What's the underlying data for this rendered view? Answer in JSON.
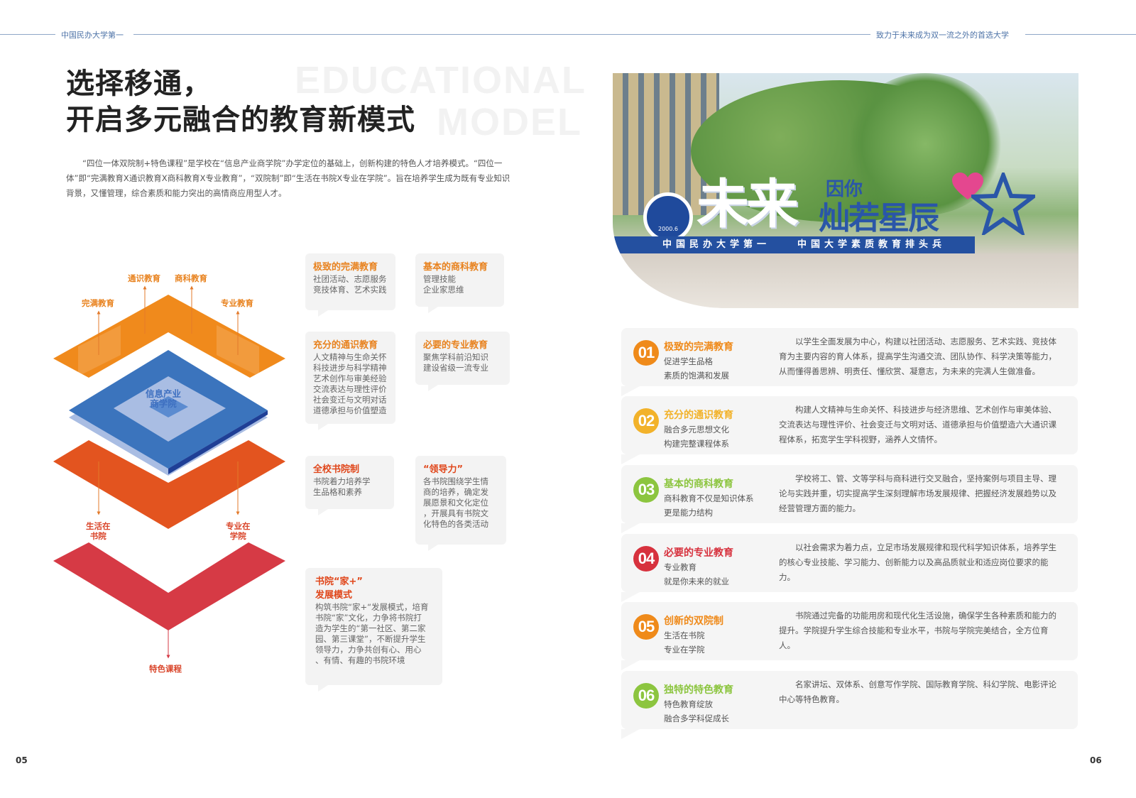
{
  "header": {
    "left": "中国民办大学第一",
    "right": "致力于未来成为双一流之外的首选大学"
  },
  "page_numbers": {
    "left": "05",
    "right": "06"
  },
  "title": {
    "line1": "选择移通，",
    "line2": "开启多元融合的教育新模式",
    "bg_line1": "EDUCATIONAL",
    "bg_line2": "MODEL"
  },
  "intro": "“四位一体双院制+特色课程”是学校在“信息产业商学院”办学定位的基础上，创新构建的特色人才培养模式。“四位一体”即“完满教育X通识教育X商科教育X专业教育”，“双院制”即“生活在书院X专业在学院”。旨在培养学生成为既有专业知识背景，又懂管理，综合素质和能力突出的高情商应用型人才。",
  "diagram": {
    "top_labels": [
      "通识教育",
      "商科教育",
      "完满教育",
      "专业教育"
    ],
    "center": [
      "信息产业",
      "商学院"
    ],
    "mid_labels": [
      [
        "生活在",
        "书院"
      ],
      [
        "专业在",
        "学院"
      ]
    ],
    "bottom_label": "特色课程",
    "colors": {
      "orange": "#f08a1c",
      "blue": "#3b74bd",
      "red_orange": "#e3541f",
      "red": "#d63a45"
    }
  },
  "bubbles": [
    {
      "title": "极致的完满教育",
      "body": [
        "社团活动、志愿服务",
        "竞技体育、艺术实践"
      ]
    },
    {
      "title": "基本的商科教育",
      "body": [
        "管理技能",
        "企业家思维"
      ]
    },
    {
      "title": "充分的通识教育",
      "body": [
        "人文精神与生命关怀",
        "科技进步与科学精神",
        "艺术创作与审美经验",
        "交流表达与理性评价",
        "社会变迁与文明对话",
        "道德承担与价值塑造"
      ]
    },
    {
      "title": "必要的专业教育",
      "body": [
        "聚焦学科前沿知识",
        "建设省级一流专业"
      ]
    },
    {
      "title": "全校书院制",
      "body": [
        "书院着力培养学",
        "生品格和素养"
      ]
    },
    {
      "title": "“领导力”",
      "body": [
        "各书院围绕学生情",
        "商的培养，确定发",
        "展愿景和文化定位",
        "，开展具有书院文",
        "化特色的各类活动"
      ]
    },
    {
      "title": "书院“家+”发展模式",
      "title_lines": [
        "书院“家+”",
        "发展模式"
      ],
      "body": [
        "构筑书院“家+“发展模式，培育",
        "书院“家”文化，力争将书院打",
        "造为学生的“第一社区、第二家",
        "园、第三课堂”，不断提升学生",
        "领导力，力争共创有心、用心",
        "、有情、有趣的书院环境"
      ]
    }
  ],
  "photo": {
    "sign_big": "未来",
    "sign_small": [
      "因你",
      "灿若星辰"
    ],
    "banner": "中国民办大学第一　　中国大学素质教育排头兵",
    "logo_year": "2000.6"
  },
  "items": [
    {
      "num": "01",
      "color": "#ef8a1a",
      "title": "极致的完满教育",
      "sub": [
        "促进学生品格",
        "素质的饱满和发展"
      ],
      "desc": "以学生全面发展为中心，构建以社团活动、志愿服务、艺术实践、竞技体育为主要内容的育人体系，提高学生沟通交流、团队协作、科学决策等能力，从而懂得善思辨、明责任、懂欣赏、凝意志，为未来的完满人生做准备。"
    },
    {
      "num": "02",
      "color": "#f2b22a",
      "title": "充分的通识教育",
      "sub": [
        "融合多元思想文化",
        "构建完整课程体系"
      ],
      "desc": "构建人文精神与生命关怀、科技进步与经济思维、艺术创作与审美体验、交流表达与理性评价、社会变迁与文明对话、道德承担与价值塑造六大通识课程体系，拓宽学生学科视野，涵养人文情怀。"
    },
    {
      "num": "03",
      "color": "#8cc53f",
      "title": "基本的商科教育",
      "sub": [
        "商科教育不仅是知识体系",
        "更是能力结构"
      ],
      "desc": "学校将工、管、文等学科与商科进行交叉融合，坚持案例与项目主导、理论与实践并重，切实提高学生深刻理解市场发展规律、把握经济发展趋势以及经营管理方面的能力。"
    },
    {
      "num": "04",
      "color": "#d7323e",
      "title": "必要的专业教育",
      "sub": [
        "专业教育",
        "就是你未来的就业"
      ],
      "desc": "以社会需求为着力点，立足市场发展规律和现代科学知识体系，培养学生的核心专业技能、学习能力、创新能力以及高品质就业和适应岗位要求的能力。"
    },
    {
      "num": "05",
      "color": "#ef8a1a",
      "title": "创新的双院制",
      "sub": [
        "生活在书院",
        "专业在学院"
      ],
      "desc": "书院通过完备的功能用房和现代化生活设施，确保学生各种素质和能力的提升。学院提升学生综合技能和专业水平，书院与学院完美结合，全方位育人。"
    },
    {
      "num": "06",
      "color": "#8cc53f",
      "title": "独特的特色教育",
      "sub": [
        "特色教育绽放",
        "融合多学科促成长"
      ],
      "desc": "名家讲坛、双体系、创意写作学院、国际教育学院、科幻学院、电影评论中心等特色教育。"
    }
  ]
}
